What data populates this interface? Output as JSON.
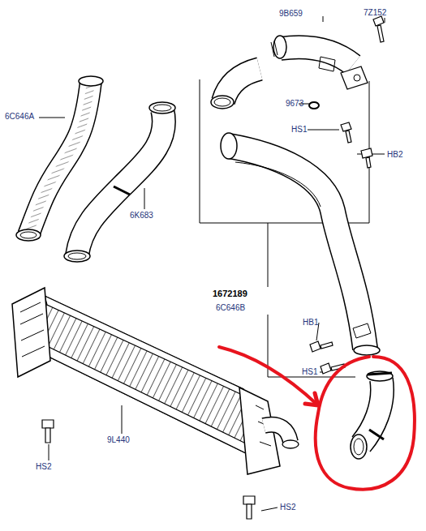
{
  "diagram": {
    "labels": [
      "9B659",
      "7Z152",
      "6C646A",
      "9673",
      "HS1",
      "HB2",
      "6K683",
      "1672189",
      "6C646B",
      "HB1",
      "HS1",
      "9L440",
      "HS2",
      "HS2"
    ]
  }
}
